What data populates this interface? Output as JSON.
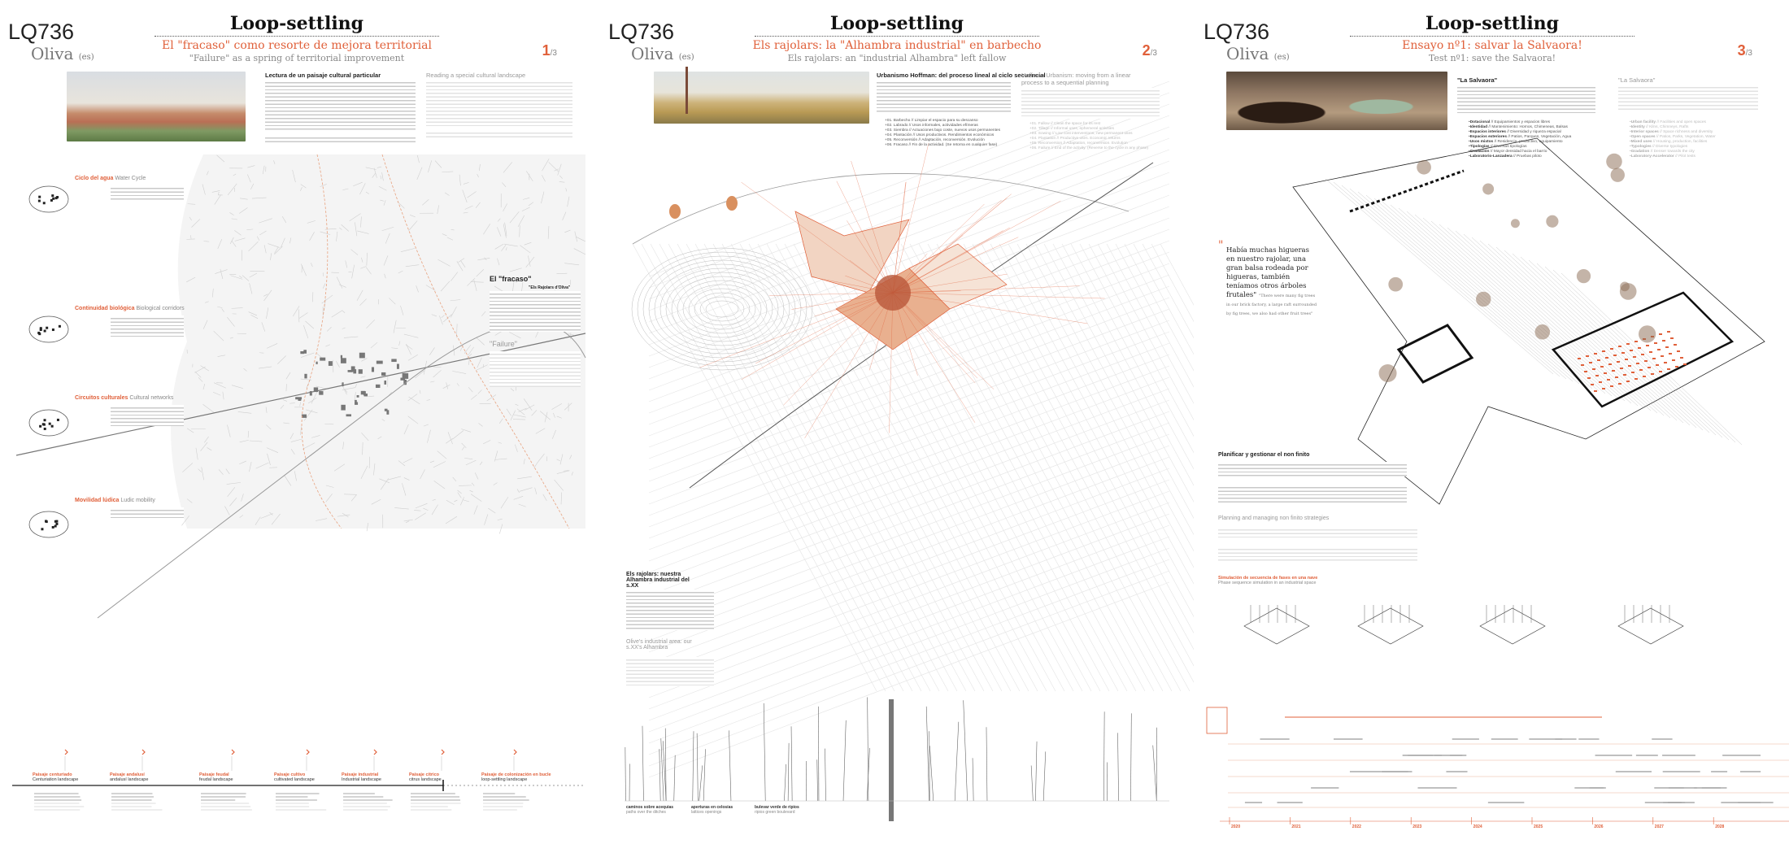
{
  "project_code": "LQ736",
  "colors": {
    "accent": "#e0603a",
    "text": "#222222",
    "muted": "#888888"
  },
  "panels": [
    {
      "title": "Loop-settling",
      "location": "Oliva",
      "location_suffix": "(es)",
      "subtitle_es": "El \"fracaso\" como resorte de mejora territorial",
      "subtitle_en": "\"Failure\" as a spring of territorial improvement",
      "page_num": "1",
      "page_total": "/3",
      "intro_es_heading": "Lectura de un paisaje cultural particular",
      "intro_en_heading": "Reading a special cultural landscape",
      "strategies": [
        {
          "es": "Ciclo del agua",
          "en": "Water Cycle"
        },
        {
          "es": "Continuidad biológica",
          "en": "Biological corridors"
        },
        {
          "es": "Circuitos culturales",
          "en": "Cultural networks"
        },
        {
          "es": "Movilidad lúdica",
          "en": "Ludic mobility"
        }
      ],
      "fracaso_heading": "El \"fracaso\"",
      "failure_heading": "\"Failure\"",
      "highlight": "\"Els Rajolars d'Oliva\"",
      "timeline": [
        {
          "es": "Paisaje centuriado",
          "en": "Centuriation landscape"
        },
        {
          "es": "Paisaje andalusí",
          "en": "andalusí landscape"
        },
        {
          "es": "Paisaje feudal",
          "en": "feudal landscape"
        },
        {
          "es": "Paisaje cultivo",
          "en": "cultivated landscape"
        },
        {
          "es": "Paisaje industrial",
          "en": "Industrial landscape"
        },
        {
          "es": "Paisaje cítrico",
          "en": "citrus landscape"
        },
        {
          "es": "Paisaje de colonización en bucle",
          "en": "loop-settling landscape"
        }
      ]
    },
    {
      "title": "Loop-settling",
      "location": "Oliva",
      "location_suffix": "(es)",
      "subtitle_es": "Els rajolars: la \"Alhambra industrial\" en barbecho",
      "subtitle_en": "Els rajolars: an \"industrial Alhambra\" left fallow",
      "page_num": "2",
      "page_total": "/3",
      "hoffman_es_heading": "Urbanismo Hoffman: del proceso lineal al ciclo secuencial",
      "hoffman_en_heading": "Hoffman Urbanism: moving from a linear process to a sequential planning",
      "phases_es": [
        "+01. Barbecho // Limpiar el espacio para su descanso",
        "+02. Labrado // Usos informales, actividades efímeras",
        "+03. Siembra // Actuaciones bajo coste, nuevos usos permanentes",
        "+04. Plantación // Usos productivos. Rendimientos económicos",
        "+05. Reconversión // Adaptación, reconversión. Evolución",
        "+06. Fracaso // Fin de la actividad. (Se retorna en cualquier fase)"
      ],
      "phases_en": [
        "+01. Fallow // Clean the space for its rest",
        "+02. Tillage // Informal uses, ephemeral activities",
        "+03. Sowing // Low cost interventions, new permanent uses",
        "+04. Plantation // Productive uses. Economic returns",
        "+05. Reconversion // Adaptation, reconversion. Evolution",
        "+06. Failure // End of the activity. (Reverse to the cycle in any phase)"
      ],
      "alhambra_es_heading": "Els rajolars: nuestra Alhambra industrial del s.XX",
      "alhambra_en_heading": "Olive's industrial area: our s.XX's Alhambra",
      "captions": [
        {
          "es": "caminos sobre acequias",
          "en": "paths over the ditches"
        },
        {
          "es": "aperturas en celosías",
          "en": "lattices openings"
        },
        {
          "es": "bulevar verde de ripios",
          "en": "ripios green boulevard"
        }
      ]
    },
    {
      "title": "Loop-settling",
      "location": "Oliva",
      "location_suffix": "(es)",
      "subtitle_es": "Ensayo nº1: salvar la Salvaora!",
      "subtitle_en": "Test nº1: save the Salvaora!",
      "page_num": "3",
      "page_total": "/3",
      "salvaora_es_heading": "\"La Salvaora\"",
      "salvaora_en_heading": "\"La Salvaora\"",
      "criteria_es": [
        {
          "k": "Dotacional",
          "v": "// Equipamientos y espacios libres"
        },
        {
          "k": "Identidad",
          "v": "// Mantenimiento: Hornos, Chimeneas, Balsas"
        },
        {
          "k": "Espacios interiores",
          "v": "// Diversidad y riqueza espacial"
        },
        {
          "k": "Espacios exteriores",
          "v": "// Patios, Parques, Vegetación, Agua"
        },
        {
          "k": "Usos mixtos",
          "v": "// Residencia, productivo, equipamiento"
        },
        {
          "k": "Tipologías",
          "v": "// Diversas tipologías"
        },
        {
          "k": "Gradación",
          "v": "// Mayor densidad hacia el barrio"
        },
        {
          "k": "Laboratorio-Lanzadera",
          "v": "// Pruebas piloto"
        }
      ],
      "criteria_en": [
        {
          "k": "Urban facility",
          "v": "// Facilities and open spaces"
        },
        {
          "k": "Identity",
          "v": "// Kilns, Chimneys, Rafts"
        },
        {
          "k": "Interior spaces",
          "v": "// Space richness and diversity"
        },
        {
          "k": "Open spaces",
          "v": "// Patios, Parks, Vegetation, Water"
        },
        {
          "k": "Mixed uses",
          "v": "// Housing, production, facilities"
        },
        {
          "k": "Typologies",
          "v": "// Diverse typologies"
        },
        {
          "k": "Gradation",
          "v": "// Denser towards the city"
        },
        {
          "k": "Laboratory-Accelerator",
          "v": "// Pilot tests"
        }
      ],
      "quote_es": "Había muchas higueras en nuestro rajolar, una gran balsa rodeada por higueras, también teníamos otros árboles frutales\"",
      "quote_en": "\"There were many fig trees in our brick factory, a large raft surrounded by fig trees, we also had other fruit trees\"",
      "planning_es_heading": "Planificar y gestionar el non finito",
      "planning_en_heading": "Planning and managing non finito strategies",
      "simulation_es": "Simulación de secuencia de fases en una nave",
      "simulation_en": "Phase sequence simulation in an industrial space",
      "years": [
        "2020",
        "2021",
        "2022",
        "2023",
        "2024",
        "2025",
        "2026",
        "2027",
        "2028"
      ]
    }
  ]
}
